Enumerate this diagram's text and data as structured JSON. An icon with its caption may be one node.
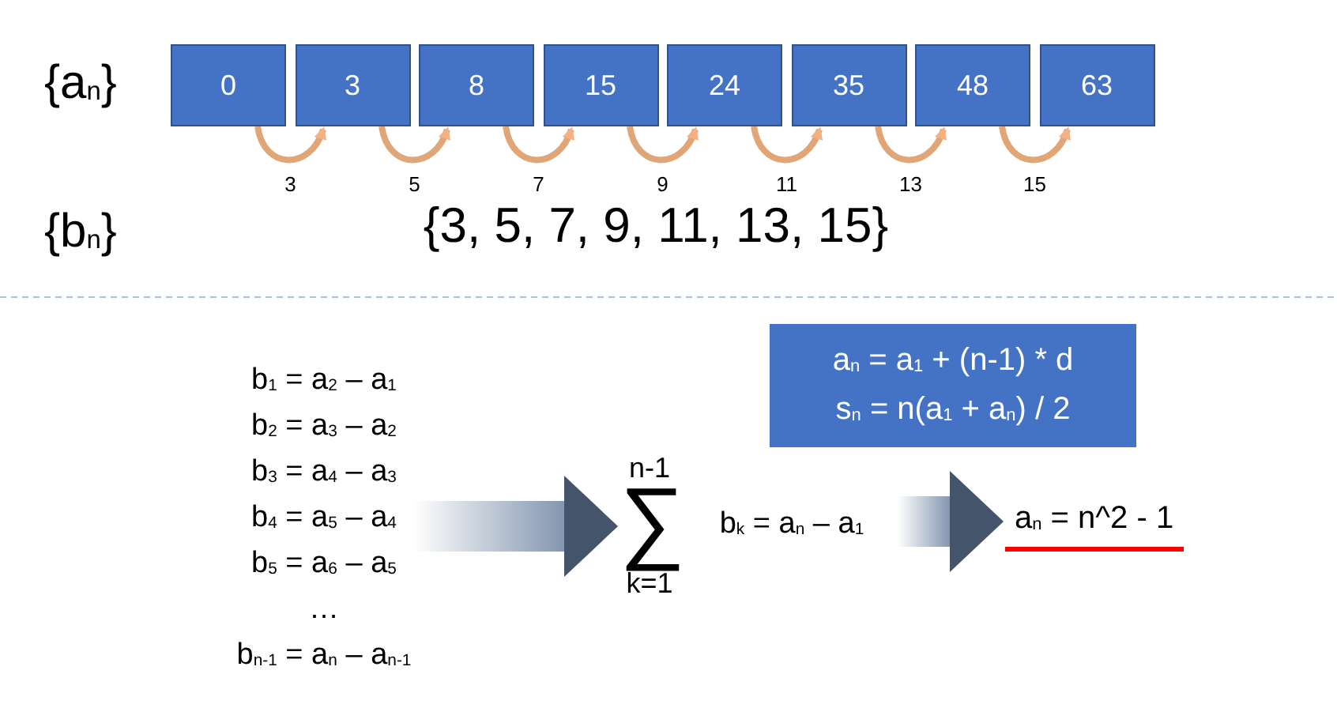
{
  "diagram": {
    "nodes": [
      {
        "text": [
          "0"
        ]
      },
      {
        "text": [
          "3"
        ]
      },
      {
        "text": [
          "8"
        ]
      },
      {
        "text": [
          "15"
        ]
      },
      {
        "text": [
          "24"
        ]
      },
      {
        "text": [
          "35"
        ]
      },
      {
        "text": [
          "48"
        ]
      },
      {
        "text": [
          "63"
        ]
      },
      {
        "text": [
          "b$_{1}$ = a$_{2}$ – a$_{1}$",
          "b$_{2}$ = a$_{3}$ – a$_{2}$",
          "b$_{3}$ = a$_{4}$ – a$_{3}$",
          "b$_{4}$ = a$_{5}$ – a$_{4}$",
          "b$_{5}$ = a$_{6}$ – a$_{5}$",
          "…",
          "b$_{n-1}$ = a$_{n}$ – a$_{n-1}$"
        ]
      },
      {
        "text": [
          "a$_{n}$ = a$_{1}$ + (n-1) * d",
          "s$_{n}$ = n(a$_{1}$ + a$_{n}$) / 2"
        ]
      },
      {
        "text": [
          "n-1",
          "∑",
          "k=1",
          "b$_{k}$ = a$_{n}$ – a$_{1}$"
        ]
      },
      {
        "text": [
          "a$_{n}$ = n^2 - 1"
        ]
      }
    ],
    "edges": [
      {
        "from": 0,
        "to": 1,
        "arrow": "to",
        "label": "3"
      },
      {
        "from": 1,
        "to": 2,
        "arrow": "to",
        "label": "5"
      },
      {
        "from": 2,
        "to": 3,
        "arrow": "to",
        "label": "7"
      },
      {
        "from": 3,
        "to": 4,
        "arrow": "to",
        "label": "9"
      },
      {
        "from": 4,
        "to": 5,
        "arrow": "to",
        "label": "11"
      },
      {
        "from": 5,
        "to": 6,
        "arrow": "to",
        "label": "13"
      },
      {
        "from": 6,
        "to": 7,
        "arrow": "to",
        "label": "15"
      },
      {
        "from": 8,
        "to": 10,
        "arrow": "to",
        "style": "thick"
      },
      {
        "from": 10,
        "to": 11,
        "arrow": "to",
        "style": "thick"
      }
    ],
    "labels": [
      "{a$_{n}$}",
      "{b$_{n}$}",
      "{3, 5, 7, 9, 11, 13, 15}"
    ]
  }
}
